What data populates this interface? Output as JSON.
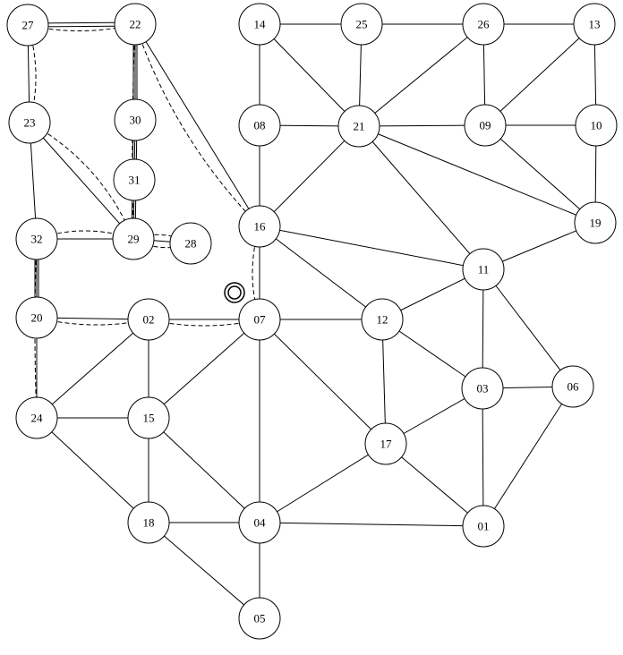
{
  "nodes": [
    {
      "id": "27",
      "label": "27"
    },
    {
      "id": "22",
      "label": "22"
    },
    {
      "id": "23",
      "label": "23"
    },
    {
      "id": "30",
      "label": "30"
    },
    {
      "id": "31",
      "label": "31"
    },
    {
      "id": "32",
      "label": "32"
    },
    {
      "id": "29",
      "label": "29"
    },
    {
      "id": "28",
      "label": "28"
    },
    {
      "id": "20",
      "label": "20"
    },
    {
      "id": "02",
      "label": "02"
    },
    {
      "id": "24",
      "label": "24"
    },
    {
      "id": "15",
      "label": "15"
    },
    {
      "id": "18",
      "label": "18"
    },
    {
      "id": "14",
      "label": "14"
    },
    {
      "id": "25",
      "label": "25"
    },
    {
      "id": "26",
      "label": "26"
    },
    {
      "id": "13",
      "label": "13"
    },
    {
      "id": "08",
      "label": "08"
    },
    {
      "id": "21",
      "label": "21"
    },
    {
      "id": "09",
      "label": "09"
    },
    {
      "id": "10",
      "label": "10"
    },
    {
      "id": "16",
      "label": "16"
    },
    {
      "id": "19",
      "label": "19"
    },
    {
      "id": "11",
      "label": "11"
    },
    {
      "id": "07",
      "label": "07"
    },
    {
      "id": "12",
      "label": "12"
    },
    {
      "id": "03",
      "label": "03"
    },
    {
      "id": "06",
      "label": "06"
    },
    {
      "id": "17",
      "label": "17"
    },
    {
      "id": "04",
      "label": "04"
    },
    {
      "id": "01",
      "label": "01"
    },
    {
      "id": "05",
      "label": "05"
    }
  ],
  "edges": [
    [
      "14",
      "25"
    ],
    [
      "25",
      "26"
    ],
    [
      "26",
      "13"
    ],
    [
      "14",
      "08"
    ],
    [
      "14",
      "21"
    ],
    [
      "25",
      "21"
    ],
    [
      "26",
      "21"
    ],
    [
      "26",
      "09"
    ],
    [
      "13",
      "09"
    ],
    [
      "13",
      "10"
    ],
    [
      "08",
      "21"
    ],
    [
      "21",
      "09"
    ],
    [
      "09",
      "10"
    ],
    [
      "09",
      "19"
    ],
    [
      "10",
      "19"
    ],
    [
      "21",
      "19"
    ],
    [
      "21",
      "16"
    ],
    [
      "21",
      "11"
    ],
    [
      "08",
      "16"
    ],
    [
      "16",
      "11"
    ],
    [
      "16",
      "07"
    ],
    [
      "16",
      "12"
    ],
    [
      "22",
      "16"
    ],
    [
      "19",
      "11"
    ],
    [
      "11",
      "12"
    ],
    [
      "11",
      "03"
    ],
    [
      "11",
      "06"
    ],
    [
      "07",
      "12"
    ],
    [
      "12",
      "03"
    ],
    [
      "12",
      "17"
    ],
    [
      "03",
      "06"
    ],
    [
      "03",
      "17"
    ],
    [
      "03",
      "01"
    ],
    [
      "06",
      "01"
    ],
    [
      "07",
      "17"
    ],
    [
      "07",
      "04"
    ],
    [
      "07",
      "15"
    ],
    [
      "07",
      "02"
    ],
    [
      "17",
      "04"
    ],
    [
      "17",
      "01"
    ],
    [
      "04",
      "01"
    ],
    [
      "04",
      "18"
    ],
    [
      "04",
      "05"
    ],
    [
      "04",
      "15"
    ],
    [
      "18",
      "05"
    ],
    [
      "20",
      "02"
    ],
    [
      "02",
      "15"
    ],
    [
      "02",
      "24"
    ],
    [
      "24",
      "15"
    ],
    [
      "24",
      "18"
    ],
    [
      "15",
      "18"
    ],
    [
      "20",
      "24"
    ],
    [
      "32",
      "20"
    ],
    [
      "32",
      "29"
    ],
    [
      "23",
      "32"
    ],
    [
      "27",
      "23"
    ],
    [
      "23",
      "29"
    ],
    [
      "31",
      "29"
    ],
    [
      "30",
      "31"
    ],
    [
      "22",
      "30"
    ],
    [
      "29",
      "28"
    ]
  ],
  "double_edges": [
    [
      "27",
      "22"
    ],
    [
      "22",
      "30"
    ],
    [
      "30",
      "31"
    ],
    [
      "31",
      "29"
    ],
    [
      "32",
      "20"
    ]
  ],
  "dashed_edges": [
    {
      "from": "27",
      "to": "22",
      "bend": 14
    },
    {
      "from": "27",
      "to": "23",
      "bend": -16
    },
    {
      "from": "23",
      "to": "29",
      "bend": -30
    },
    {
      "from": "32",
      "to": "29",
      "bend": -18
    },
    {
      "from": "29",
      "to": "28",
      "bend": 14
    },
    {
      "from": "29",
      "to": "28",
      "bend": -14
    },
    {
      "from": "20",
      "to": "02",
      "bend": 14
    },
    {
      "from": "02",
      "to": "07",
      "bend": 14
    },
    {
      "from": "22",
      "to": "16",
      "bend": 30
    },
    {
      "from": "16",
      "to": "07",
      "bend": 16
    },
    {
      "from": "22",
      "to": "29",
      "bend": 0
    },
    {
      "from": "32",
      "to": "24",
      "bend": 0
    }
  ],
  "marker": {
    "name": "target-marker"
  }
}
